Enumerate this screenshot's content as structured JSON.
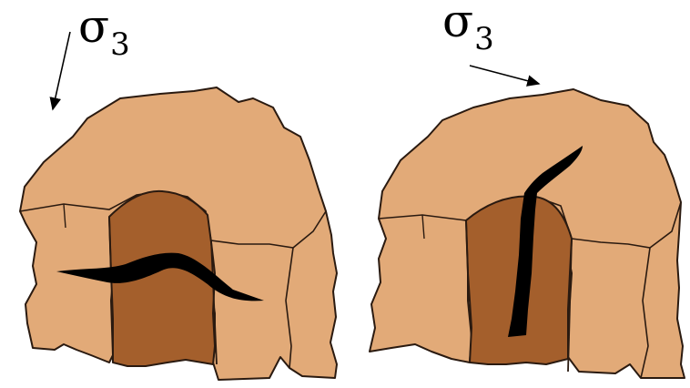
{
  "panels": [
    {
      "id": "left",
      "stress_label": {
        "symbol": "σ",
        "subscript": "3"
      },
      "fracture_orientation": "horizontal"
    },
    {
      "id": "right",
      "stress_label": {
        "symbol": "σ",
        "subscript": "3"
      },
      "fracture_orientation": "vertical"
    }
  ],
  "colors": {
    "rock_fill": "#e2aa78",
    "tunnel_inner": "#a45f2c",
    "tunnel_inner_light": "#b8713a",
    "outline": "#2a1a10",
    "fracture": "#000000",
    "background": "#ffffff"
  },
  "icons": [
    "stress-arrow-icon",
    "rock-block-icon",
    "tunnel-opening-icon",
    "fracture-icon"
  ]
}
